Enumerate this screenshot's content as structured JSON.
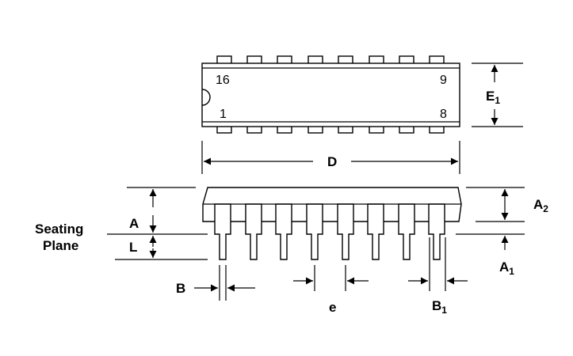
{
  "top_view": {
    "pin_16": "16",
    "pin_9": "9",
    "pin_1": "1",
    "pin_8": "8"
  },
  "labels": {
    "E1": "E",
    "E1_sub": "1",
    "D": "D",
    "A": "A",
    "L": "L",
    "A2": "A",
    "A2_sub": "2",
    "A1": "A",
    "A1_sub": "1",
    "B": "B",
    "e": "e",
    "B1": "B",
    "B1_sub": "1",
    "seating_line1": "Seating",
    "seating_line2": "Plane"
  }
}
